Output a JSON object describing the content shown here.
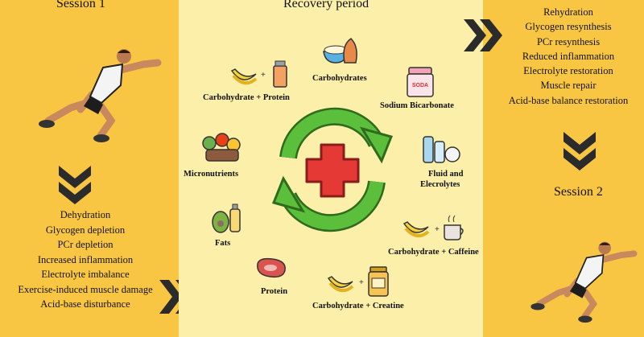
{
  "session1": {
    "title": "Session 1",
    "effects": [
      "Dehydration",
      "Glycogen depletion",
      "PCr depletion",
      "Increased inflammation",
      "Electrolyte imbalance",
      "Exercise-induced muscle damage",
      "Acid-base disturbance"
    ]
  },
  "recovery": {
    "title": "Recovery period",
    "items": {
      "carb_protein": "Carbohydrate + Protein",
      "carbohydrates": "Carbohydrates",
      "sodium_bicarbonate": "Sodium Bicarbonate",
      "micronutrients": "Micronutrients",
      "fluid_line1": "Fluid and",
      "fluid_line2": "Elecrolytes",
      "fats": "Fats",
      "carb_caffeine": "Carbohydrate + Caffeine",
      "protein": "Protein",
      "carb_creatine": "Carbohydrate + Creatine"
    },
    "jar_label": "SODA"
  },
  "outcomes": {
    "items": [
      "Rehydration",
      "Glycogen resynthesis",
      "PCr resynthesis",
      "Reduced inflammation",
      "Electrolyte restoration",
      "Muscle repair",
      "Acid-base balance restoration"
    ]
  },
  "session2": {
    "title": "Session 2"
  },
  "colors": {
    "side_panel": "#f9c644",
    "center_panel": "#fcefa9",
    "cycle_arrows": "#5cbf3c",
    "cross": "#e53935",
    "chevrons": "#2b2b2b"
  },
  "icons": [
    "sprinter-figure",
    "double-chevron-down-icon",
    "double-chevron-right-icon",
    "recovery-cycle-icon",
    "medical-cross-icon",
    "banana-icon",
    "shaker-bottle-icon",
    "bread-bowl-icon",
    "soda-jar-icon",
    "fruits-vegetables-icon",
    "water-bottles-icon",
    "avocado-oil-icon",
    "coffee-cup-icon",
    "steak-icon",
    "creatine-jar-icon"
  ]
}
